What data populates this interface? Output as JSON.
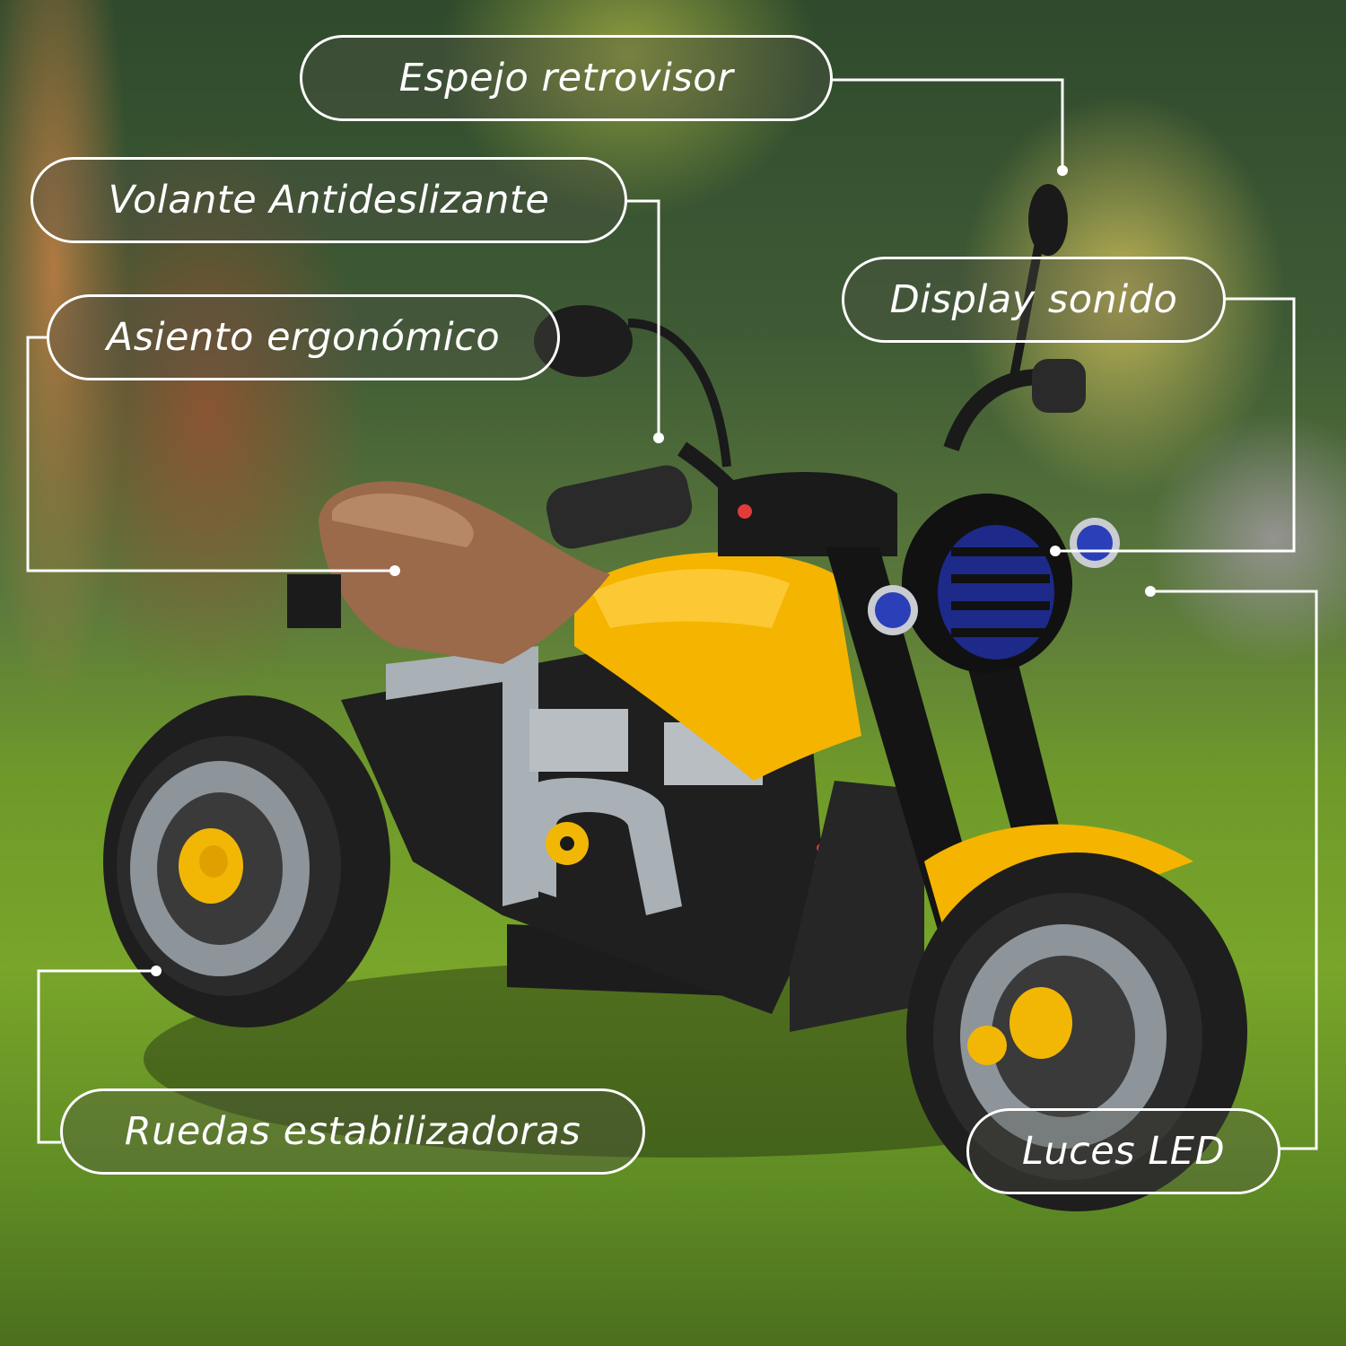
{
  "callouts": [
    {
      "id": "mirror",
      "label": "Espejo retrovisor"
    },
    {
      "id": "handlebar",
      "label": "Volante Antideslizante"
    },
    {
      "id": "seat",
      "label": "Asiento ergonómico"
    },
    {
      "id": "sound",
      "label": "Display sonido"
    },
    {
      "id": "wheels",
      "label": "Ruedas estabilizadoras"
    },
    {
      "id": "led",
      "label": "Luces LED"
    }
  ],
  "colors": {
    "callout_border": "#ffffff",
    "body_yellow": "#f4b400",
    "seat_brown": "#9a6a4a",
    "headlight_blue": "#2a3fb8",
    "tire_black": "#1e1e1e",
    "frame_silver": "#a9b0b6"
  }
}
